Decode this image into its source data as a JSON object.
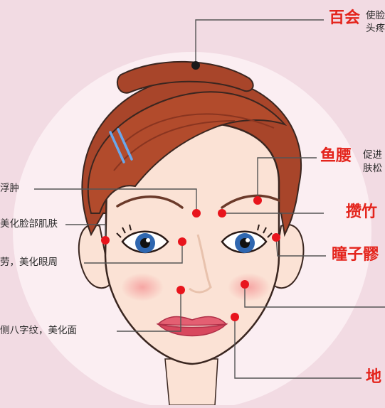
{
  "points": [
    {
      "id": "baihui",
      "name": "百会",
      "desc": [
        "使脸",
        "头疼"
      ]
    },
    {
      "id": "yuyao",
      "name": "鱼腰",
      "desc": [
        "促进",
        "肤松"
      ]
    },
    {
      "id": "cuanzhu",
      "name": "攒竹"
    },
    {
      "id": "tongziliao",
      "name": "瞳子髎"
    },
    {
      "id": "dicang",
      "name": "地"
    }
  ],
  "left_notes": [
    "浮肿",
    "美化脸部肌肤",
    "劳，美化眼周",
    "侧八字纹，美化面"
  ],
  "colors": {
    "background": "#f2dbe3",
    "circle": "#fbeef2",
    "skin": "#fbe2d5",
    "hair": "#a8452a",
    "marker": "#e8141c",
    "line": "#555555",
    "label": "#e4241c",
    "iris": "#2f67b0",
    "lips": "#e45f72",
    "clip": "#6aa7ea"
  }
}
